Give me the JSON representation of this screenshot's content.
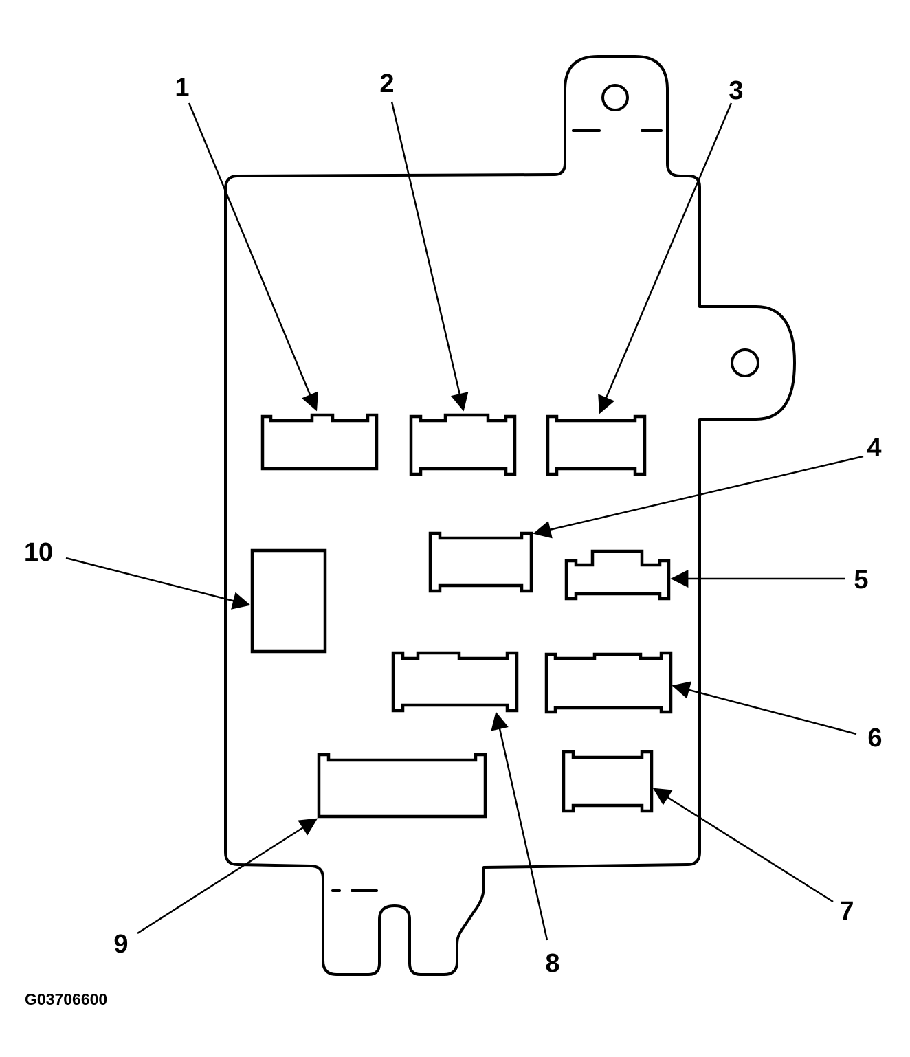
{
  "figure_code": "G03706600",
  "callouts": [
    "1",
    "2",
    "3",
    "4",
    "5",
    "6",
    "7",
    "8",
    "9",
    "10"
  ],
  "colors": {
    "line": "#000000",
    "background": "#ffffff"
  }
}
